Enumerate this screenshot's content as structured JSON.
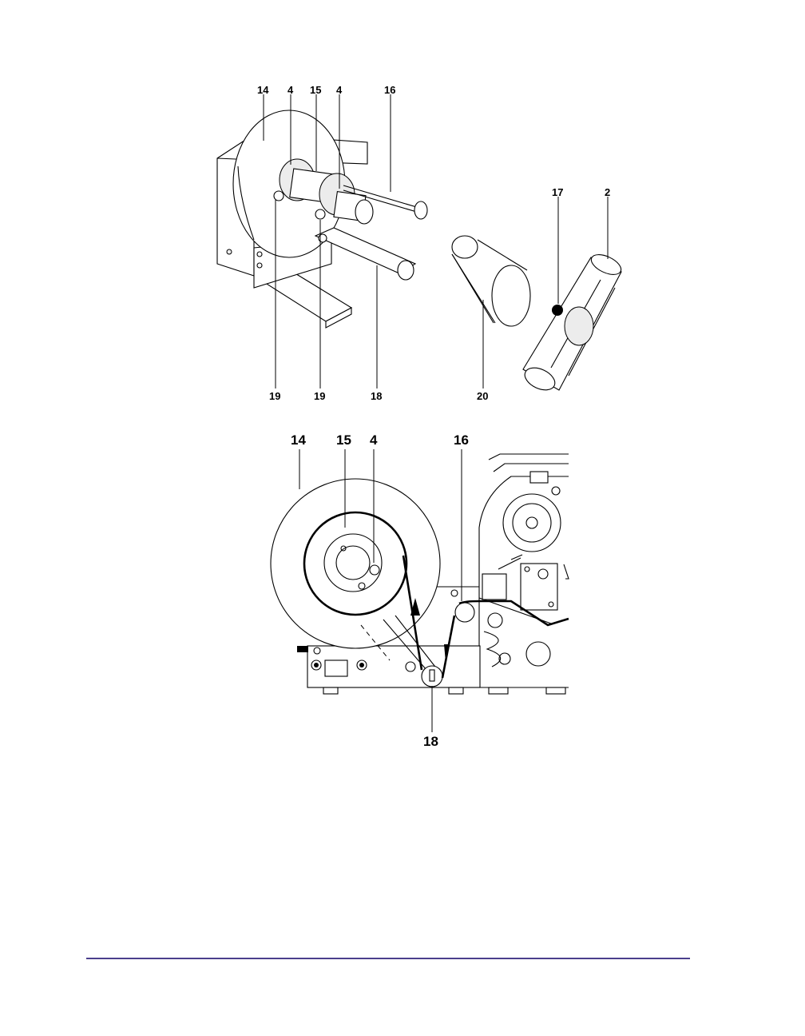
{
  "figure_top": {
    "callouts": [
      "14",
      "4",
      "15",
      "4",
      "16",
      "17",
      "2",
      "19",
      "19",
      "18",
      "20"
    ]
  },
  "figure_bottom": {
    "callouts": [
      "14",
      "15",
      "4",
      "16",
      "18"
    ]
  },
  "colors": {
    "footer_rule": "#4b3f8c",
    "ink": "#000000"
  }
}
